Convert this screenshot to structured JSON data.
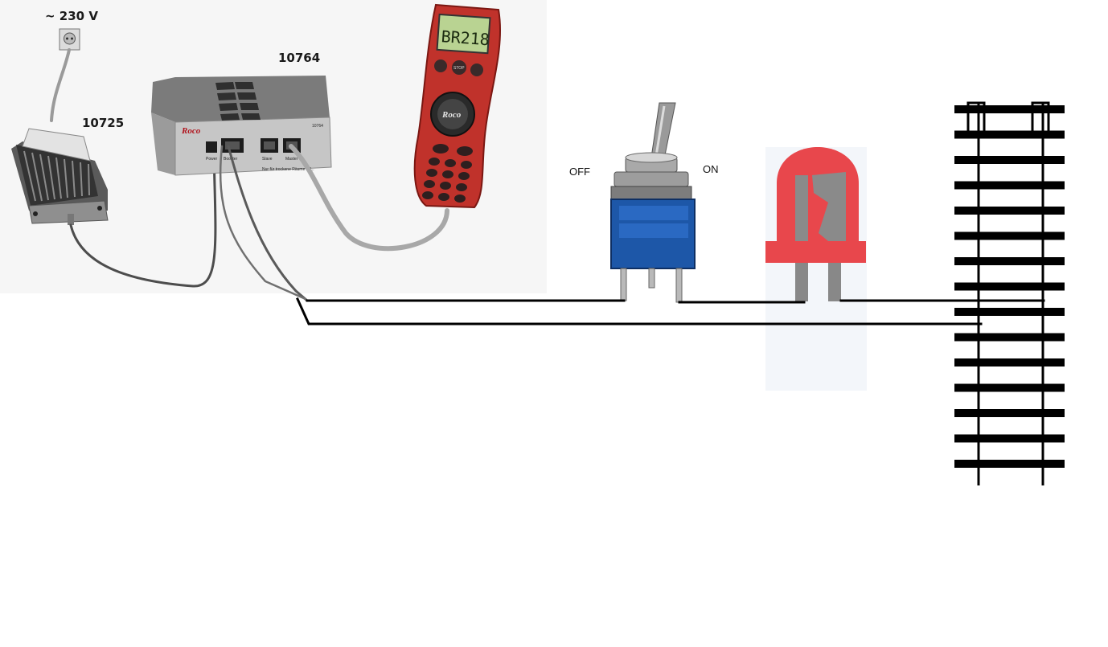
{
  "labels": {
    "mains": "~ 230 V",
    "transformer": "10725",
    "amplifier": "10764",
    "switch_off": "OFF",
    "switch_on": "ON"
  },
  "amplifier": {
    "brand": "Roco",
    "model_small": "10764",
    "port_power": "Power",
    "port_booster": "Booster",
    "port_slave": "Slave",
    "port_master": "Master",
    "footer_text": "Nur für trockene Räume (IP..."
  },
  "handheld": {
    "brand": "Roco",
    "display_text": "BR218",
    "stop_label": "STOP"
  },
  "colors": {
    "wire": "#000000",
    "cable": "#8a8a8a",
    "handheld_red": "#c0322b",
    "switch_blue": "#1d57a8",
    "led_red": "#e8474c",
    "led_leg": "#888888",
    "track": "#000000"
  },
  "icons": [
    "wall-socket-icon",
    "transformer-device",
    "amplifier-device",
    "handheld-controller-device",
    "toggle-switch-device",
    "led-device",
    "track-section"
  ]
}
